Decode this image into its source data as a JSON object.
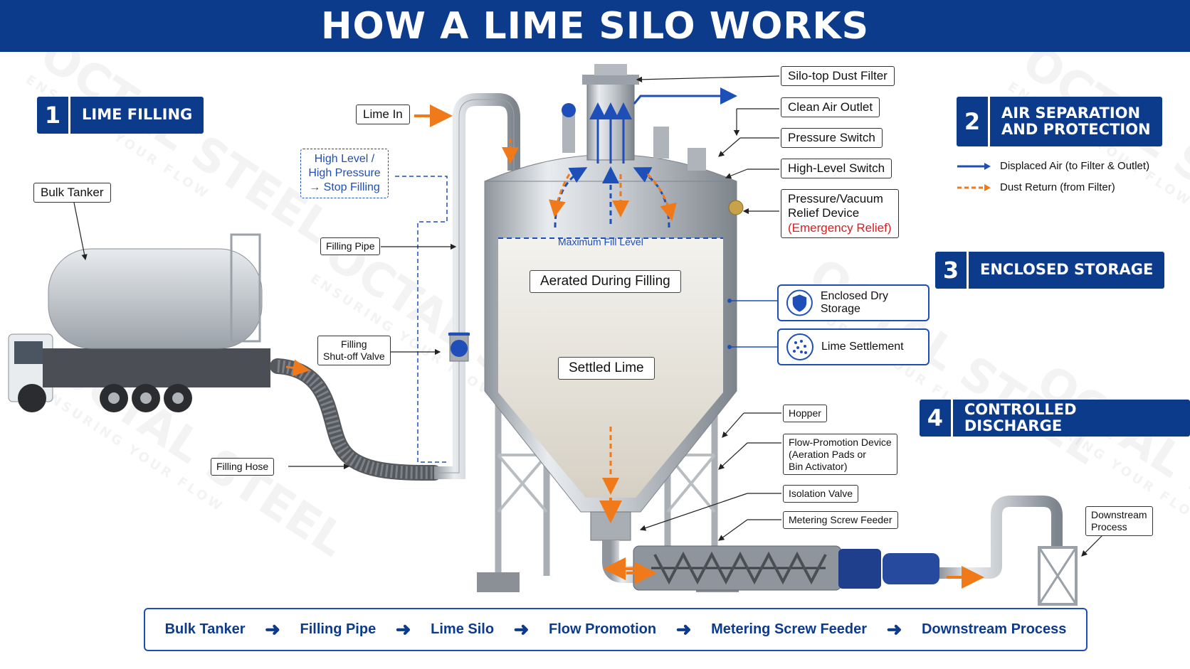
{
  "title": "HOW A LIME SILO WORKS",
  "watermark": {
    "brand": "OCTAL STEEL",
    "tagline": "ENSURING YOUR FLOW"
  },
  "sections": [
    {
      "num": "1",
      "label": "LIME FILLING"
    },
    {
      "num": "2",
      "label_line1": "AIR SEPARATION",
      "label_line2": "AND PROTECTION"
    },
    {
      "num": "3",
      "label": "ENCLOSED STORAGE"
    },
    {
      "num": "4",
      "label": "CONTROLLED DISCHARGE"
    }
  ],
  "left_labels": {
    "bulk_tanker": "Bulk Tanker",
    "lime_in": "Lime In",
    "high_level_line1": "High Level /",
    "high_level_line2": "High Pressure",
    "high_level_line3": "→ Stop Filling",
    "filling_pipe": "Filling Pipe",
    "valve_line1": "Filling",
    "valve_line2": "Shut-off Valve",
    "filling_hose": "Filling Hose"
  },
  "right_labels": {
    "dust_filter": "Silo-top Dust Filter",
    "clean_air": "Clean Air Outlet",
    "pressure_switch": "Pressure Switch",
    "high_level_switch": "High-Level Switch",
    "relief_line1": "Pressure/Vacuum",
    "relief_line2": "Relief Device",
    "relief_line3": "(Emergency Relief)",
    "hopper": "Hopper",
    "flow_line1": "Flow-Promotion Device",
    "flow_line2": "(Aeration Pads or",
    "flow_line3": "Bin Activator)",
    "isolation_valve": "Isolation Valve",
    "screw_feeder": "Metering Screw Feeder",
    "downstream_line1": "Downstream",
    "downstream_line2": "Process"
  },
  "silo": {
    "max_fill": "Maximum Fill Level",
    "aerated": "Aerated During Filling",
    "settled": "Settled Lime"
  },
  "legend": {
    "displaced_air": "Displaced Air (to Filter & Outlet)",
    "dust_return": "Dust Return (from Filter)"
  },
  "storage_items": {
    "enclosed": "Enclosed Dry Storage",
    "settlement": "Lime Settlement"
  },
  "icons": {
    "enclosed": "shield-icon",
    "settlement": "particles-icon"
  },
  "colors": {
    "navy": "#0d3b8c",
    "blue": "#1e4fb8",
    "orange": "#f07a1a",
    "red": "#d42020"
  },
  "flow_steps": [
    "Bulk Tanker",
    "Filling Pipe",
    "Lime Silo",
    "Flow Promotion",
    "Metering Screw Feeder",
    "Downstream Process"
  ]
}
